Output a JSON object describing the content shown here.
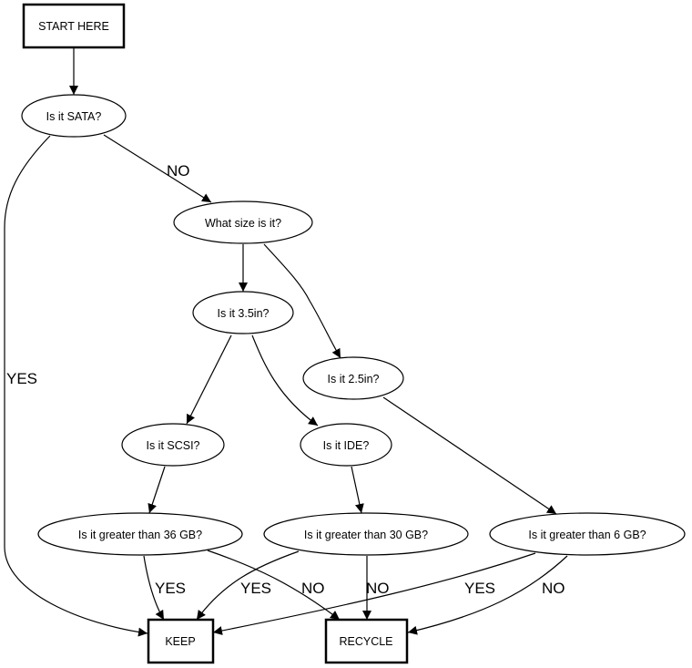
{
  "title": "Hard drive recycling decision flowchart",
  "colors": {
    "stroke": "#000000",
    "background": "#ffffff",
    "text": "#000000"
  },
  "nodes": [
    {
      "id": "start",
      "label": "START HERE",
      "shape": "box"
    },
    {
      "id": "sata",
      "label": "Is it SATA?",
      "shape": "ellipse"
    },
    {
      "id": "size",
      "label": "What size is it?",
      "shape": "ellipse"
    },
    {
      "id": "in35",
      "label": "Is it 3.5in?",
      "shape": "ellipse"
    },
    {
      "id": "in25",
      "label": "Is it 2.5in?",
      "shape": "ellipse"
    },
    {
      "id": "scsi",
      "label": "Is it SCSI?",
      "shape": "ellipse"
    },
    {
      "id": "ide",
      "label": "Is it IDE?",
      "shape": "ellipse"
    },
    {
      "id": "gt36",
      "label": "Is it greater than 36 GB?",
      "shape": "ellipse"
    },
    {
      "id": "gt30",
      "label": "Is it greater than 30 GB?",
      "shape": "ellipse"
    },
    {
      "id": "gt6",
      "label": "Is it greater than 6 GB?",
      "shape": "ellipse"
    },
    {
      "id": "keep",
      "label": "KEEP",
      "shape": "box"
    },
    {
      "id": "recycle",
      "label": "RECYCLE",
      "shape": "box"
    }
  ],
  "edges": [
    {
      "from": "start",
      "to": "sata",
      "label": ""
    },
    {
      "from": "sata",
      "to": "keep",
      "label": "YES"
    },
    {
      "from": "sata",
      "to": "size",
      "label": "NO"
    },
    {
      "from": "size",
      "to": "in35",
      "label": ""
    },
    {
      "from": "size",
      "to": "in25",
      "label": ""
    },
    {
      "from": "in35",
      "to": "scsi",
      "label": ""
    },
    {
      "from": "in35",
      "to": "ide",
      "label": ""
    },
    {
      "from": "in25",
      "to": "gt6",
      "label": ""
    },
    {
      "from": "scsi",
      "to": "gt36",
      "label": ""
    },
    {
      "from": "ide",
      "to": "gt30",
      "label": ""
    },
    {
      "from": "gt36",
      "to": "keep",
      "label": "YES"
    },
    {
      "from": "gt36",
      "to": "recycle",
      "label": "NO"
    },
    {
      "from": "gt30",
      "to": "keep",
      "label": "YES"
    },
    {
      "from": "gt30",
      "to": "recycle",
      "label": "NO"
    },
    {
      "from": "gt6",
      "to": "keep",
      "label": "YES"
    },
    {
      "from": "gt6",
      "to": "recycle",
      "label": "NO"
    }
  ]
}
